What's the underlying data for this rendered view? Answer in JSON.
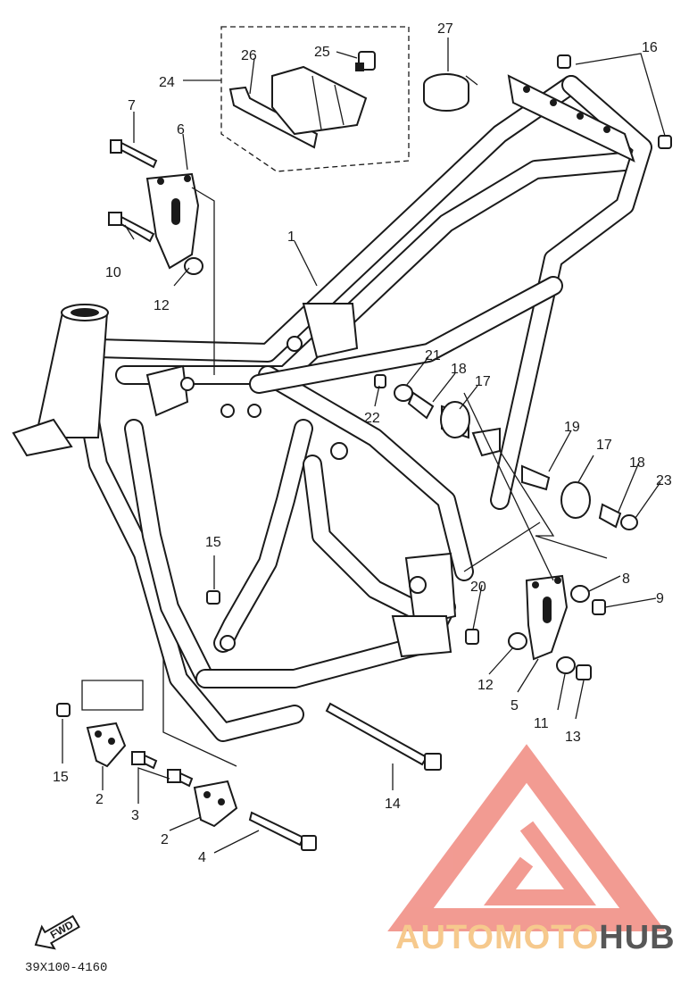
{
  "diagram": {
    "drawing_code": "39X100-4160",
    "fwd_label": "FWD",
    "callouts": [
      {
        "id": "c1",
        "text": "1"
      },
      {
        "id": "c2a",
        "text": "2"
      },
      {
        "id": "c2b",
        "text": "2"
      },
      {
        "id": "c3",
        "text": "3"
      },
      {
        "id": "c4",
        "text": "4"
      },
      {
        "id": "c5",
        "text": "5"
      },
      {
        "id": "c6",
        "text": "6"
      },
      {
        "id": "c7",
        "text": "7"
      },
      {
        "id": "c8",
        "text": "8"
      },
      {
        "id": "c9",
        "text": "9"
      },
      {
        "id": "c10",
        "text": "10"
      },
      {
        "id": "c11",
        "text": "11"
      },
      {
        "id": "c12a",
        "text": "12"
      },
      {
        "id": "c12b",
        "text": "12"
      },
      {
        "id": "c13",
        "text": "13"
      },
      {
        "id": "c14",
        "text": "14"
      },
      {
        "id": "c15a",
        "text": "15"
      },
      {
        "id": "c15b",
        "text": "15"
      },
      {
        "id": "c16",
        "text": "16"
      },
      {
        "id": "c17a",
        "text": "17"
      },
      {
        "id": "c17b",
        "text": "17"
      },
      {
        "id": "c18a",
        "text": "18"
      },
      {
        "id": "c18b",
        "text": "18"
      },
      {
        "id": "c19",
        "text": "19"
      },
      {
        "id": "c20",
        "text": "20"
      },
      {
        "id": "c21",
        "text": "21"
      },
      {
        "id": "c22",
        "text": "22"
      },
      {
        "id": "c23",
        "text": "23"
      },
      {
        "id": "c24",
        "text": "24"
      },
      {
        "id": "c25",
        "text": "25"
      },
      {
        "id": "c26",
        "text": "26"
      },
      {
        "id": "c27",
        "text": "27"
      }
    ]
  },
  "watermark": {
    "brand_part1": "AUTOMOTO",
    "brand_part2": "HUB",
    "color_primary": "#f08a80",
    "color_secondary": "#f5c07a",
    "color_dark": "#3a3a3a"
  }
}
